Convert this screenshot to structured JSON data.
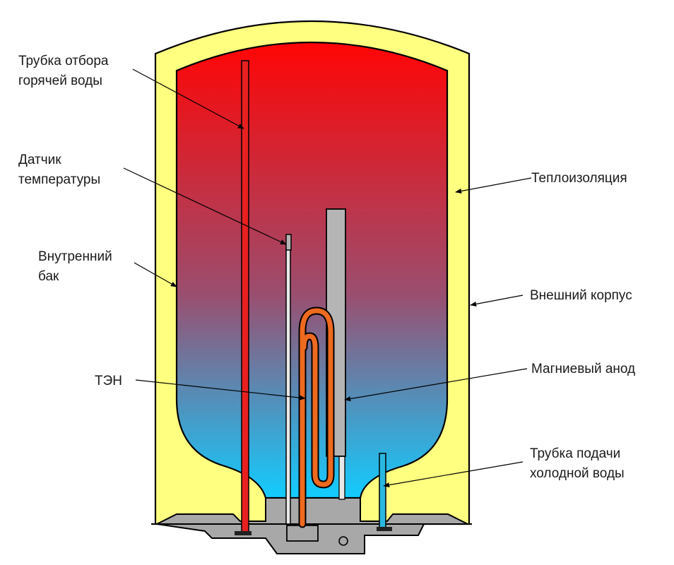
{
  "labels": {
    "hot_pipe_line1": "Трубка отбора",
    "hot_pipe_line2": "горячей воды",
    "sensor_line1": "Датчик",
    "sensor_line2": "температуры",
    "inner_tank_line1": "Внутренний",
    "inner_tank_line2": "бак",
    "heater": "ТЭН",
    "insulation": "Теплоизоляция",
    "outer_shell": "Внешний корпус",
    "anode": "Магниевый анод",
    "cold_pipe_line1": "Трубка подачи",
    "cold_pipe_line2": "холодной воды"
  },
  "colors": {
    "insulation": "#ffff80",
    "water_hot": "#ff0505",
    "water_mid": "#9b4d6e",
    "water_cold": "#12ccff",
    "hot_pipe": "#e82020",
    "cold_pipe": "#2ab8e0",
    "heater": "#ee6a1e",
    "anode": "#b5b5b5",
    "base": "#a8a8a8",
    "outline": "#000000"
  }
}
